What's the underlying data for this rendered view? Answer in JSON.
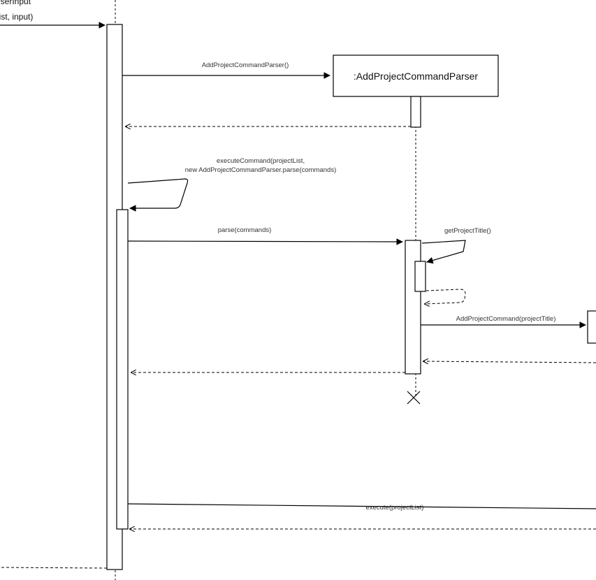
{
  "diagram": {
    "incoming_call": {
      "line1": "UserInput",
      "line2": "List, input)"
    },
    "participant": {
      "name": ":AddProjectCommandParser"
    },
    "messages": {
      "create_parser": "AddProjectCommandParser()",
      "execute_command_line1": "executeCommand(projectList,",
      "execute_command_line2": "new AddProjectCommandParser.parse(commands)",
      "parse": "parse(commands)",
      "get_project_title": "getProjectTitle()",
      "create_command": "AddProjectCommand(projectTitle)",
      "execute": "execute(projectList)"
    }
  }
}
